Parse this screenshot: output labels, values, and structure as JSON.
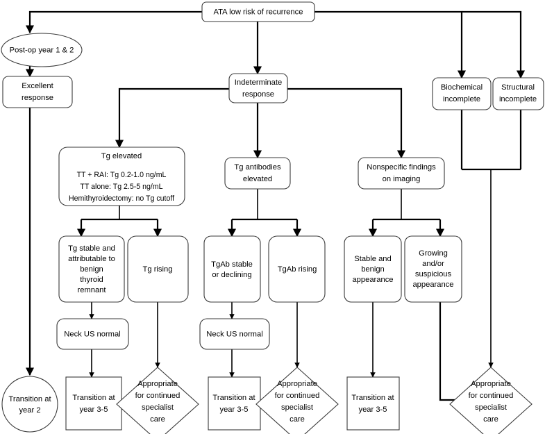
{
  "diagram": {
    "title": "ATA low risk of recurrence follow-up algorithm",
    "colors": {
      "node_stroke": "#3a3a3a",
      "connector_stroke": "#000000",
      "node_fill": "#ffffff",
      "text": "#000000",
      "background": "#ffffff"
    },
    "nodes": [
      {
        "id": "ata-low-risk",
        "shape": "rounded-rect",
        "lines": [
          "ATA low risk of recurrence"
        ]
      },
      {
        "id": "post-op-year-1-2",
        "shape": "ellipse",
        "lines": [
          "Post-op year 1 & 2"
        ]
      },
      {
        "id": "excellent-response",
        "shape": "rounded-rect",
        "lines": [
          "Excellent",
          "response"
        ]
      },
      {
        "id": "indeterminate-response",
        "shape": "rounded-rect",
        "lines": [
          "Indeterminate",
          "response"
        ]
      },
      {
        "id": "biochemical-incomplete",
        "shape": "rounded-rect",
        "lines": [
          "Biochemical",
          "incomplete"
        ]
      },
      {
        "id": "structural-incomplete",
        "shape": "rounded-rect",
        "lines": [
          "Structural",
          "incomplete"
        ]
      },
      {
        "id": "tg-elevated",
        "shape": "rounded-rect",
        "heading": "Tg elevated",
        "lines": [
          "TT + RAI: Tg 0.2-1.0 ng/mL",
          "TT alone: Tg 2.5-5 ng/mL",
          "Hemithyroidectomy: no Tg cutoff"
        ]
      },
      {
        "id": "tg-antibodies-elevated",
        "shape": "rounded-rect",
        "lines": [
          "Tg antibodies",
          "elevated"
        ]
      },
      {
        "id": "nonspecific-findings",
        "shape": "rounded-rect",
        "lines": [
          "Nonspecific findings",
          "on imaging"
        ]
      },
      {
        "id": "tg-stable-benign-remnant",
        "shape": "rounded-rect",
        "lines": [
          "Tg stable and",
          "attributable to",
          "benign",
          "thyroid",
          "remnant"
        ]
      },
      {
        "id": "tg-rising",
        "shape": "rounded-rect",
        "lines": [
          "Tg rising"
        ]
      },
      {
        "id": "tgab-stable-or-declining",
        "shape": "rounded-rect",
        "lines": [
          "TgAb stable",
          "or declining"
        ]
      },
      {
        "id": "tgab-rising",
        "shape": "rounded-rect",
        "lines": [
          "TgAb rising"
        ]
      },
      {
        "id": "stable-benign-appearance",
        "shape": "rounded-rect",
        "lines": [
          "Stable and",
          "benign",
          "appearance"
        ]
      },
      {
        "id": "growing-suspicious-appearance",
        "shape": "rounded-rect",
        "lines": [
          "Growing",
          "and/or",
          "suspicious",
          "appearance"
        ]
      },
      {
        "id": "neck-us-normal-left",
        "shape": "rounded-rect",
        "lines": [
          "Neck US normal"
        ]
      },
      {
        "id": "neck-us-normal-mid",
        "shape": "rounded-rect",
        "lines": [
          "Neck US normal"
        ]
      },
      {
        "id": "transition-year-2",
        "shape": "circle",
        "lines": [
          "Transition at",
          "year 2"
        ]
      },
      {
        "id": "transition-year-3-5-a",
        "shape": "rect",
        "lines": [
          "Transition at",
          "year 3-5"
        ]
      },
      {
        "id": "specialist-care-a",
        "shape": "diamond",
        "lines": [
          "Appropriate",
          "for continued",
          "specialist",
          "care"
        ]
      },
      {
        "id": "transition-year-3-5-b",
        "shape": "rect",
        "lines": [
          "Transition at",
          "year 3-5"
        ]
      },
      {
        "id": "specialist-care-b",
        "shape": "diamond",
        "lines": [
          "Appropriate",
          "for continued",
          "specialist",
          "care"
        ]
      },
      {
        "id": "transition-year-3-5-c",
        "shape": "rect",
        "lines": [
          "Transition at",
          "year 3-5"
        ]
      },
      {
        "id": "specialist-care-c",
        "shape": "diamond",
        "lines": [
          "Appropriate",
          "for continued",
          "specialist",
          "care"
        ]
      }
    ],
    "edges": [
      {
        "from": "ata-low-risk",
        "to": "post-op-year-1-2"
      },
      {
        "from": "ata-low-risk",
        "to": "indeterminate-response"
      },
      {
        "from": "ata-low-risk",
        "to": "biochemical-incomplete"
      },
      {
        "from": "ata-low-risk",
        "to": "structural-incomplete"
      },
      {
        "from": "post-op-year-1-2",
        "to": "excellent-response"
      },
      {
        "from": "excellent-response",
        "to": "transition-year-2"
      },
      {
        "from": "indeterminate-response",
        "to": "tg-elevated"
      },
      {
        "from": "indeterminate-response",
        "to": "tg-antibodies-elevated"
      },
      {
        "from": "indeterminate-response",
        "to": "nonspecific-findings"
      },
      {
        "from": "tg-elevated",
        "to": "tg-stable-benign-remnant"
      },
      {
        "from": "tg-elevated",
        "to": "tg-rising"
      },
      {
        "from": "tg-antibodies-elevated",
        "to": "tgab-stable-or-declining"
      },
      {
        "from": "tg-antibodies-elevated",
        "to": "tgab-rising"
      },
      {
        "from": "nonspecific-findings",
        "to": "stable-benign-appearance"
      },
      {
        "from": "nonspecific-findings",
        "to": "growing-suspicious-appearance"
      },
      {
        "from": "tg-stable-benign-remnant",
        "to": "neck-us-normal-left"
      },
      {
        "from": "neck-us-normal-left",
        "to": "transition-year-3-5-a"
      },
      {
        "from": "tg-rising",
        "to": "specialist-care-a"
      },
      {
        "from": "tgab-stable-or-declining",
        "to": "neck-us-normal-mid"
      },
      {
        "from": "neck-us-normal-mid",
        "to": "transition-year-3-5-b"
      },
      {
        "from": "tgab-rising",
        "to": "specialist-care-b"
      },
      {
        "from": "stable-benign-appearance",
        "to": "transition-year-3-5-c"
      },
      {
        "from": "growing-suspicious-appearance",
        "to": "specialist-care-c"
      },
      {
        "from": "biochemical-incomplete",
        "to": "specialist-care-c"
      },
      {
        "from": "structural-incomplete",
        "to": "specialist-care-c"
      }
    ]
  }
}
